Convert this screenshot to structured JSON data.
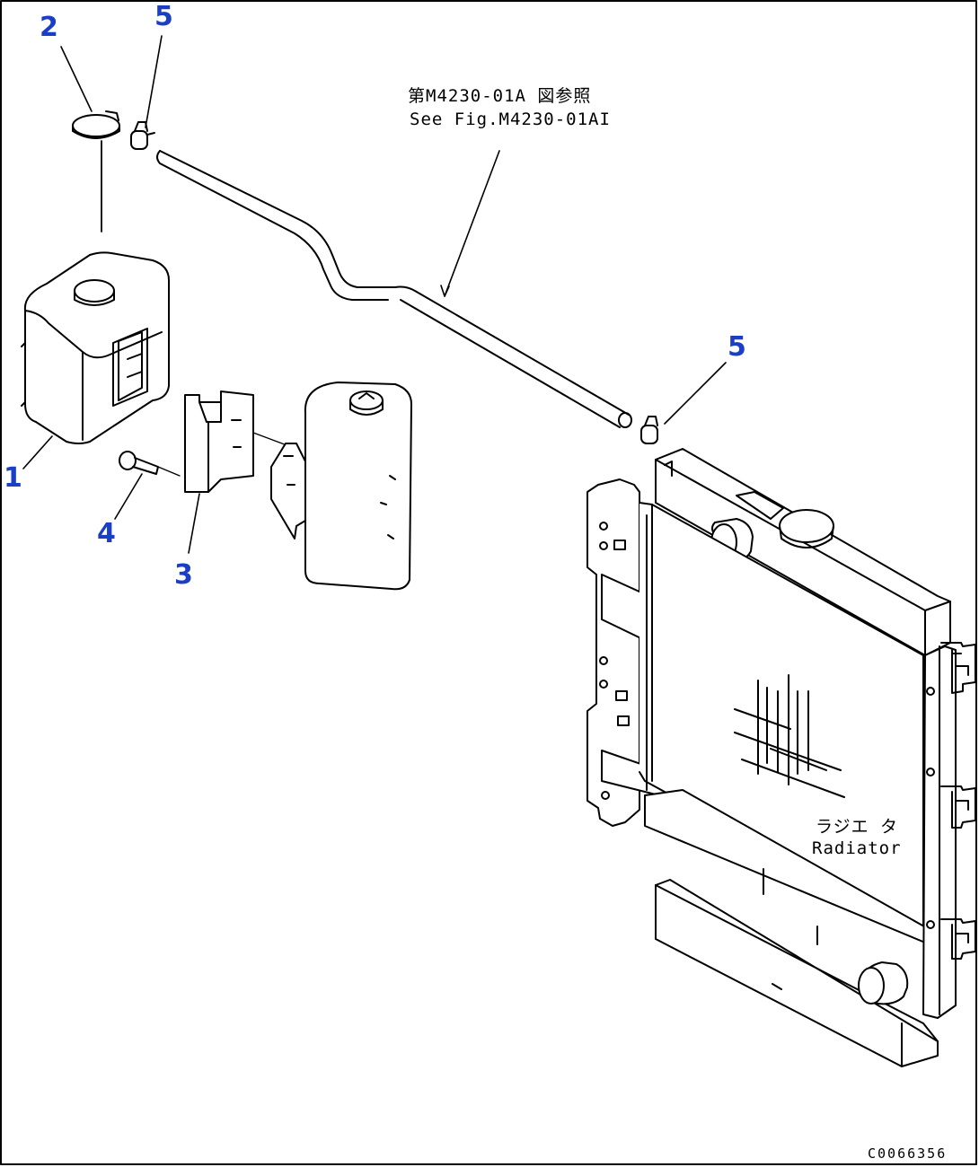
{
  "callouts": [
    {
      "id": "p1",
      "label": "1"
    },
    {
      "id": "p2",
      "label": "2"
    },
    {
      "id": "p3",
      "label": "3"
    },
    {
      "id": "p4",
      "label": "4"
    },
    {
      "id": "p5a",
      "label": "5"
    },
    {
      "id": "p5b",
      "label": "5"
    }
  ],
  "reference_note": {
    "line1": "第M4230-01A 図参照",
    "line2": "See Fig.M4230-01AI"
  },
  "radiator_label": {
    "jp": "ラジエ タ",
    "en": "Radiator"
  },
  "drawing_code": "C0066356",
  "colors": {
    "callout": "#1a3fc4",
    "line": "#000000",
    "background": "#ffffff"
  }
}
